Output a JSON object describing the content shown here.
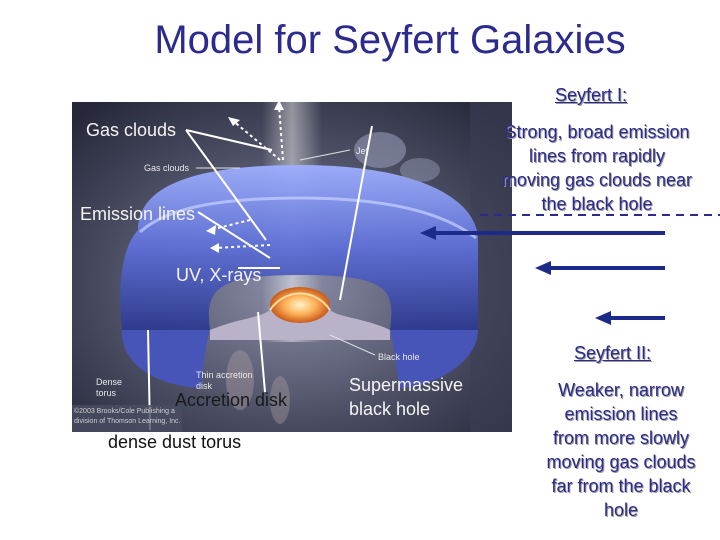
{
  "title": "Model for Seyfert Galaxies",
  "seyfert1": {
    "heading": "Seyfert I:",
    "description": [
      "Strong, broad emission",
      "lines from rapidly",
      "moving gas clouds near",
      "the black hole"
    ]
  },
  "seyfert2": {
    "heading": "Seyfert II:",
    "description": [
      "Weaker, narrow",
      "emission lines",
      "from more slowly",
      "moving gas clouds",
      "far from the black",
      "hole"
    ]
  },
  "annotations": {
    "gas_clouds": "Gas clouds",
    "emission_lines": "Emission lines",
    "uv_xrays": "UV, X-rays",
    "accretion_disk": "Accretion disk",
    "dense_dust_torus": "dense dust torus",
    "supermassive_bh": [
      "Supermassive",
      "black hole"
    ]
  },
  "image_labels": {
    "jet": "Jet",
    "gas_clouds": "Gas clouds",
    "black_hole": "Black hole",
    "thin_accretion_disk": [
      "Thin accretion",
      "disk"
    ],
    "dense_torus": [
      "Dense",
      "torus"
    ],
    "copyright": [
      "©2003 Brooks/Cole Publishing a",
      "division of Thomson Learning, Inc."
    ]
  },
  "colors": {
    "title": "#2b2b8f",
    "arrow": "#1c2a8a",
    "torus": "#6f7fd8"
  }
}
